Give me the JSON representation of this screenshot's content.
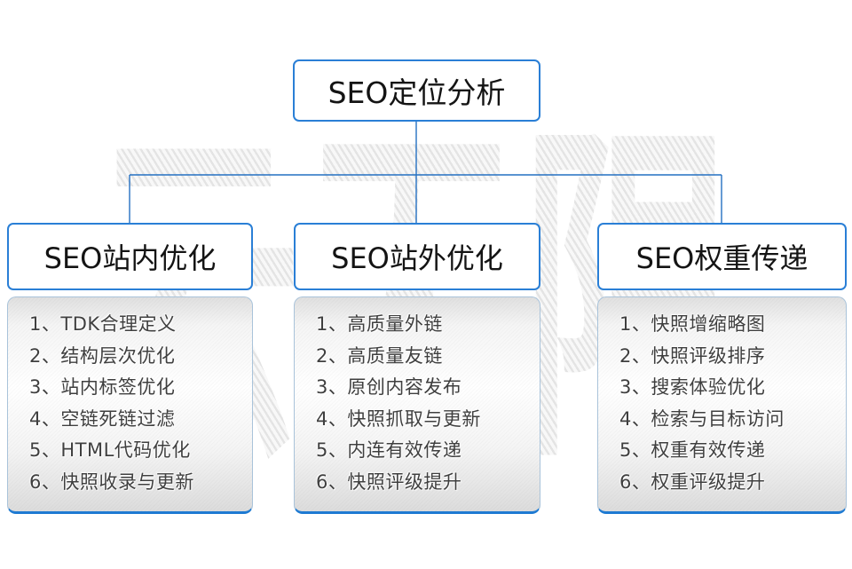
{
  "watermark": {
    "text": "云无限"
  },
  "root": {
    "title": "SEO定位分析"
  },
  "columns": [
    {
      "title": "SEO站内优化",
      "items": [
        "1、TDK合理定义",
        "2、结构层次优化",
        "3、站内标签优化",
        "4、空链死链过滤",
        "5、HTML代码优化",
        "6、快照收录与更新"
      ]
    },
    {
      "title": "SEO站外优化",
      "items": [
        "1、高质量外链",
        "2、高质量友链",
        "3、原创内容发布",
        "4、快照抓取与更新",
        "5、内连有效传递",
        "6、快照评级提升"
      ]
    },
    {
      "title": "SEO权重传递",
      "items": [
        "1、快照增缩略图",
        "2、快照评级排序",
        "3、搜索体验优化",
        "4、检索与目标访问",
        "5、权重有效传递",
        "6、权重评级提升"
      ]
    }
  ],
  "colors": {
    "box_border_blue": "#2a7fd6",
    "connector_blue": "#2470c2",
    "list_bottom_blue": "#1e7ad2",
    "list_text": "#3f3f3f",
    "watermark_gray": "#ececec"
  }
}
